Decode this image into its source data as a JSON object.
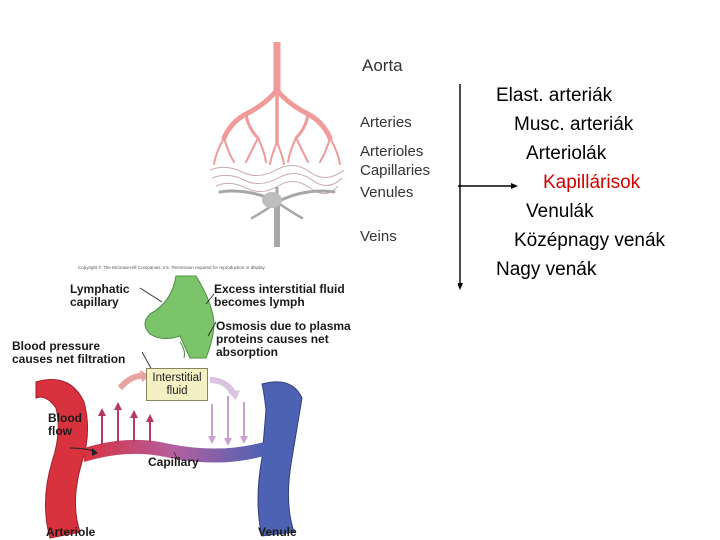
{
  "vessel_tree": {
    "labels": {
      "aorta": "Aorta",
      "arteries": "Arteries",
      "arterioles": "Arterioles",
      "capillaries": "Capillaries",
      "venules": "Venules",
      "veins": "Veins"
    }
  },
  "hierarchy": {
    "items": [
      {
        "text": "Elast. arteriák",
        "highlight": false
      },
      {
        "text": "Musc. arteriák",
        "highlight": false
      },
      {
        "text": "Arteriolák",
        "highlight": false
      },
      {
        "text": "Kapillárisok",
        "highlight": true
      },
      {
        "text": "Venulák",
        "highlight": false
      },
      {
        "text": "Középnagy venák",
        "highlight": false
      },
      {
        "text": "Nagy venák",
        "highlight": false
      }
    ],
    "highlight_color": "#d40000"
  },
  "capillary_diagram": {
    "copyright": "Copyright © The McGraw-Hill Companies, Inc. Permission required for reproduction or display.",
    "labels": {
      "lymphatic_capillary": "Lymphatic\ncapillary",
      "excess_fluid": "Excess interstitial fluid\nbecomes lymph",
      "osmosis": "Osmosis due to plasma\nproteins causes net\nabsorption",
      "blood_pressure": "Blood pressure\ncauses net filtration",
      "interstitial_fluid": "Interstitial\nfluid",
      "blood_flow": "Blood\nflow",
      "capillary": "Capillary",
      "arteriole": "Arteriole",
      "venule": "Venule"
    },
    "colors": {
      "arterial": "#d9323f",
      "venous": "#4e62b3",
      "lymph": "#7cc46a",
      "interstitial": "#f5efc4"
    }
  }
}
